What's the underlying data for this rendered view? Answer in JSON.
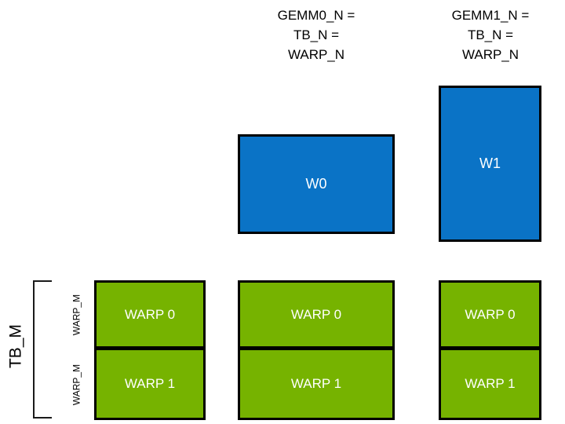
{
  "diagram": {
    "title_row": {
      "gemm0_caption": "GEMM0_N =\nTB_N =\nWARP_N",
      "gemm1_caption": "GEMM1_N =\nTB_N =\nWARP_N"
    },
    "blue_tiles": [
      {
        "id": "w0",
        "label": "W0",
        "color": "#0a73c6"
      },
      {
        "id": "w1",
        "label": "W1",
        "color": "#0a73c6"
      }
    ],
    "green_columns": [
      {
        "id": "col0",
        "cells": [
          {
            "label": "WARP 0"
          },
          {
            "label": "WARP 1"
          }
        ]
      },
      {
        "id": "col1",
        "cells": [
          {
            "label": "WARP 0"
          },
          {
            "label": "WARP 1"
          }
        ]
      },
      {
        "id": "col2",
        "cells": [
          {
            "label": "WARP 0"
          },
          {
            "label": "WARP 1"
          }
        ]
      }
    ],
    "left_axis": {
      "tb_m_label": "TB_M",
      "warp_m_labels": [
        "WARP_M",
        "WARP_M"
      ]
    },
    "colors": {
      "blue": "#0a73c6",
      "green": "#76b300",
      "outline": "#000000",
      "background": "#ffffff",
      "tile_text": "#ffffff",
      "axis_text": "#000000"
    }
  }
}
